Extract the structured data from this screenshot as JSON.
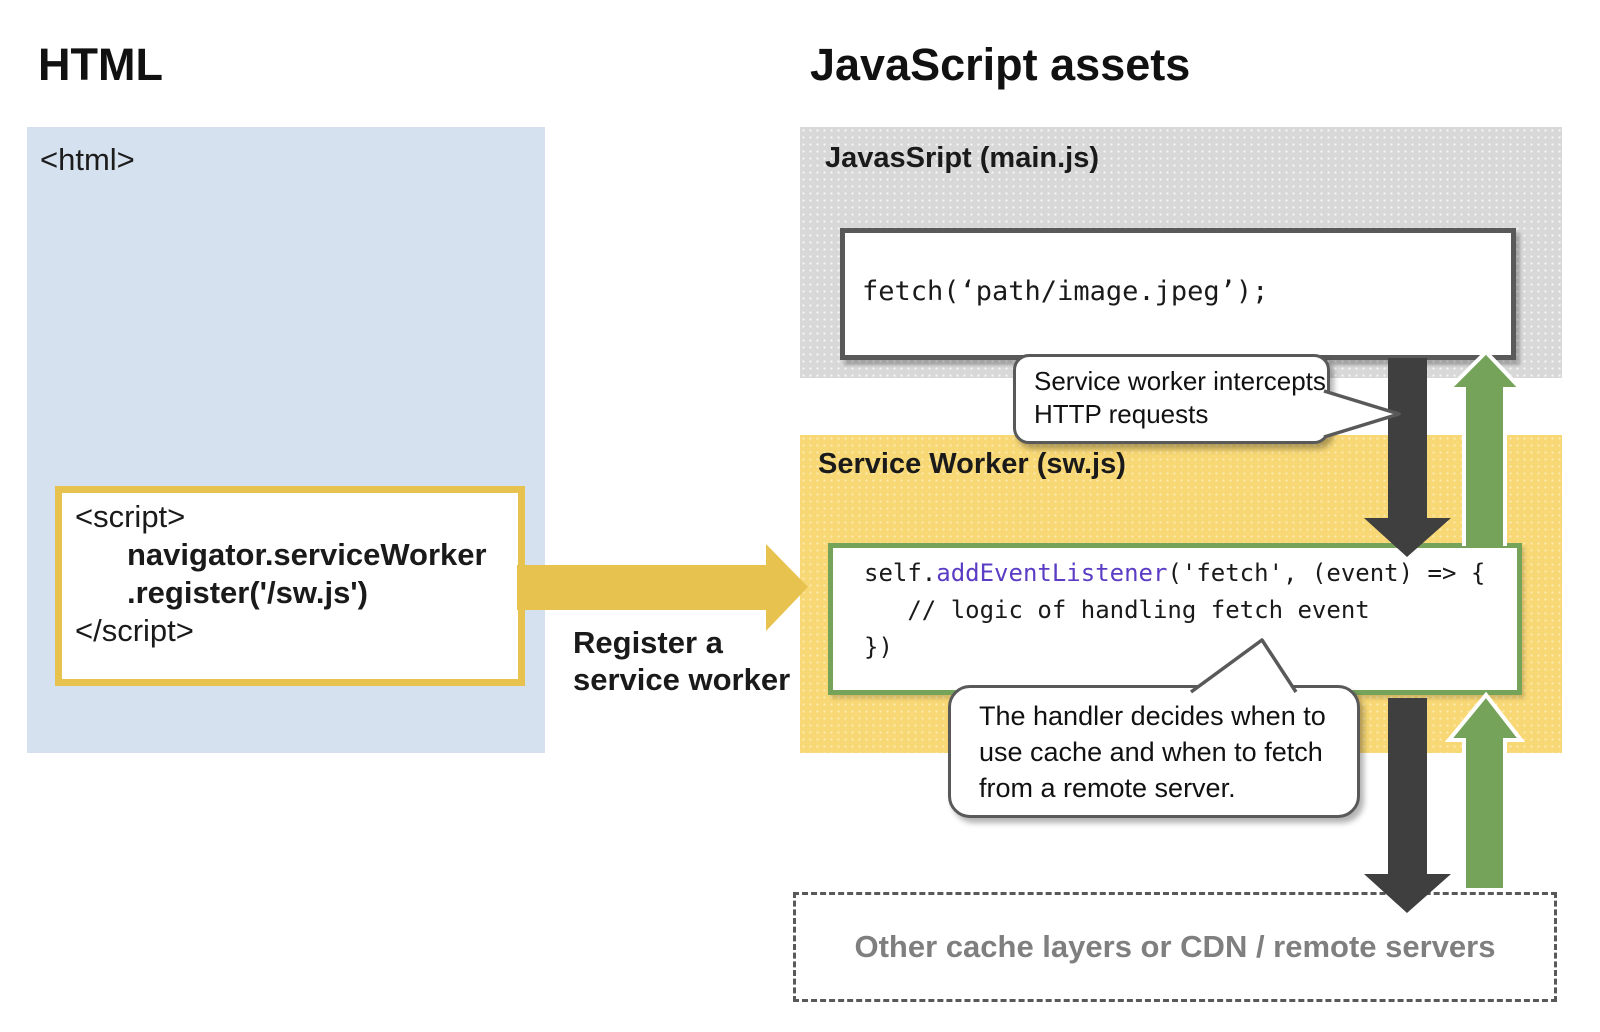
{
  "colors": {
    "blue_panel": "#d5e1ef",
    "gray_panel": "#d8d8d8",
    "yellow_panel": "#f8d875",
    "accent_yellow": "#e8c24f",
    "accent_green": "#76a35a",
    "arrow_dark": "#3f3f3f",
    "border_dark": "#595959",
    "code_highlight_purple": "#5b3cc4",
    "muted_text": "#7f7f7f"
  },
  "left": {
    "heading": "HTML",
    "html_tag": "<html>",
    "script_code": {
      "line1": "<script>",
      "line2": "navigator.serviceWorker",
      "line3": ".register('/sw.js')",
      "line4": "</script>"
    }
  },
  "register_arrow": {
    "label_line1": "Register a",
    "label_line2": "service worker"
  },
  "right": {
    "heading": "JavaScript assets",
    "mainjs": {
      "label": "JavasSript (main.js)",
      "code": "fetch(‘path/image.jpeg’);"
    },
    "service_worker": {
      "label": "Service Worker (sw.js)",
      "code_line1_pre": "self.",
      "code_line1_highlight": "addEventListener",
      "code_line1_post": "('fetch', (event) => {",
      "code_line2": "   // logic of handling fetch event",
      "code_line3": "})"
    },
    "servers": {
      "label": "Other cache layers or CDN / remote servers"
    }
  },
  "bubbles": {
    "intercept": {
      "line1": "Service worker intercepts",
      "line2": "HTTP requests"
    },
    "handler": {
      "line1": "The handler decides when to",
      "line2": "use cache and when to fetch",
      "line3": "from a remote server."
    }
  }
}
